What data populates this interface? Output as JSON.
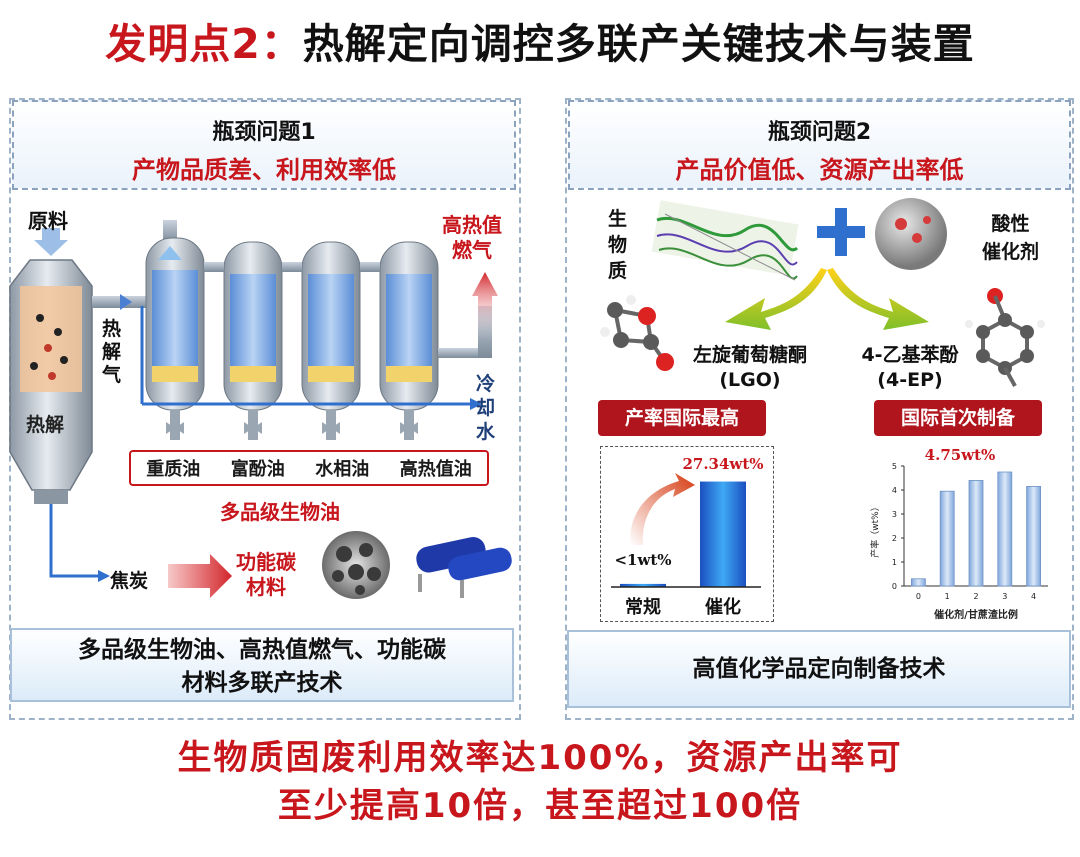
{
  "title": {
    "prefix": "发明点2：",
    "main": "热解定向调控多联产关键技术与装置"
  },
  "left": {
    "problem_title": "瓶颈问题1",
    "problem_desc": "产物品质差、利用效率低",
    "labels": {
      "raw": "原料",
      "pyrolysis": "热解",
      "pyro_gas": [
        "热",
        "解",
        "气"
      ],
      "fuel_gas": [
        "高热值",
        "燃气"
      ],
      "cooling": [
        "冷",
        "却",
        "水"
      ],
      "char": "焦炭",
      "carbon": [
        "功能碳",
        "材料"
      ],
      "biooil_title": "多品级生物油"
    },
    "oil_types": [
      "重质油",
      "富酚油",
      "水相油",
      "高热值油"
    ],
    "summary": [
      "多品级生物油、高热值燃气、功能碳",
      "材料多联产技术"
    ]
  },
  "right": {
    "problem_title": "瓶颈问题2",
    "problem_desc": "产品价值低、资源产出率低",
    "biomass": [
      "生",
      "物",
      "质"
    ],
    "catalyst": [
      "酸性",
      "催化剂"
    ],
    "product1": {
      "name": "左旋葡萄糖酮",
      "abbr": "(LGO)"
    },
    "product2": {
      "name": "4-乙基苯酚",
      "abbr": "(4-EP)"
    },
    "badge1": "产率国际最高",
    "badge2": "国际首次制备",
    "summary": "高值化学品定向制备技术"
  },
  "conclusion": [
    "生物质固废利用效率达100%，资源产出率可",
    "至少提高10倍，甚至超过100倍"
  ],
  "chart_data": [
    {
      "type": "bar",
      "categories": [
        "常规",
        "催化"
      ],
      "values": [
        0.8,
        27.34
      ],
      "annotations": [
        "<1wt%",
        "27.34wt%"
      ],
      "colors": [
        "#3d7fe0",
        "#2a6fd6"
      ]
    },
    {
      "type": "bar",
      "categories": [
        "0",
        "1",
        "2",
        "3",
        "4"
      ],
      "values": [
        0.3,
        3.95,
        4.4,
        4.75,
        4.15
      ],
      "ylim": [
        0,
        5
      ],
      "yticks": [
        "0",
        "1",
        "2",
        "3",
        "4",
        "5"
      ],
      "xlabel": "催化剂/甘蔗渣比例",
      "ylabel": "产率（wt%）",
      "annotation": "4.75wt%"
    }
  ]
}
